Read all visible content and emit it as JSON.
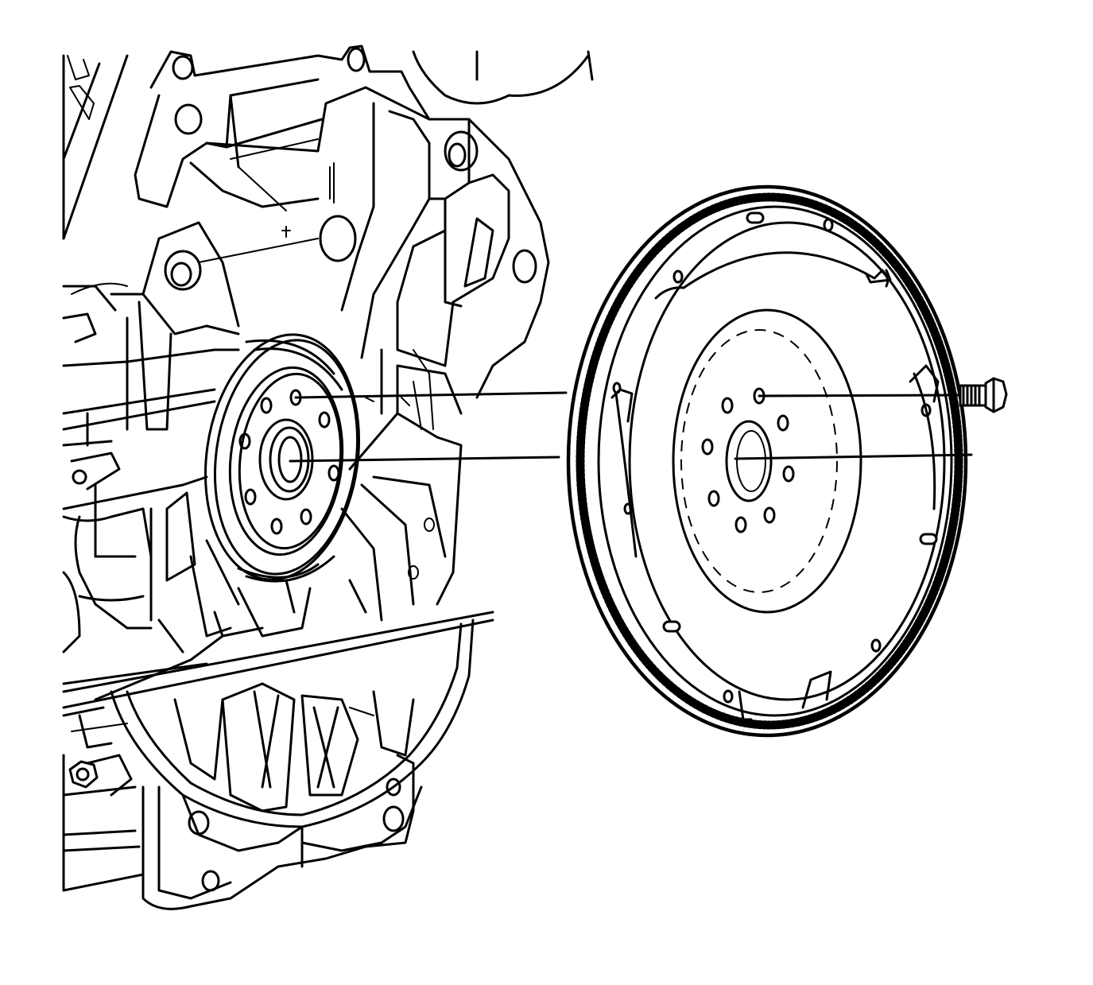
{
  "figure": {
    "background": "#ffffff",
    "line_color": "#000000"
  },
  "components": [
    {
      "name": "engine-block-rear",
      "icon": "engine-block-icon"
    },
    {
      "name": "crankshaft-flange",
      "icon": "crankshaft-flange-icon"
    },
    {
      "name": "flywheel",
      "icon": "flywheel-icon"
    },
    {
      "name": "flywheel-bolt",
      "icon": "bolt-icon"
    }
  ],
  "alignment_guides": [
    {
      "name": "bolt-hole-alignment-line"
    },
    {
      "name": "center-bore-alignment-line"
    }
  ]
}
